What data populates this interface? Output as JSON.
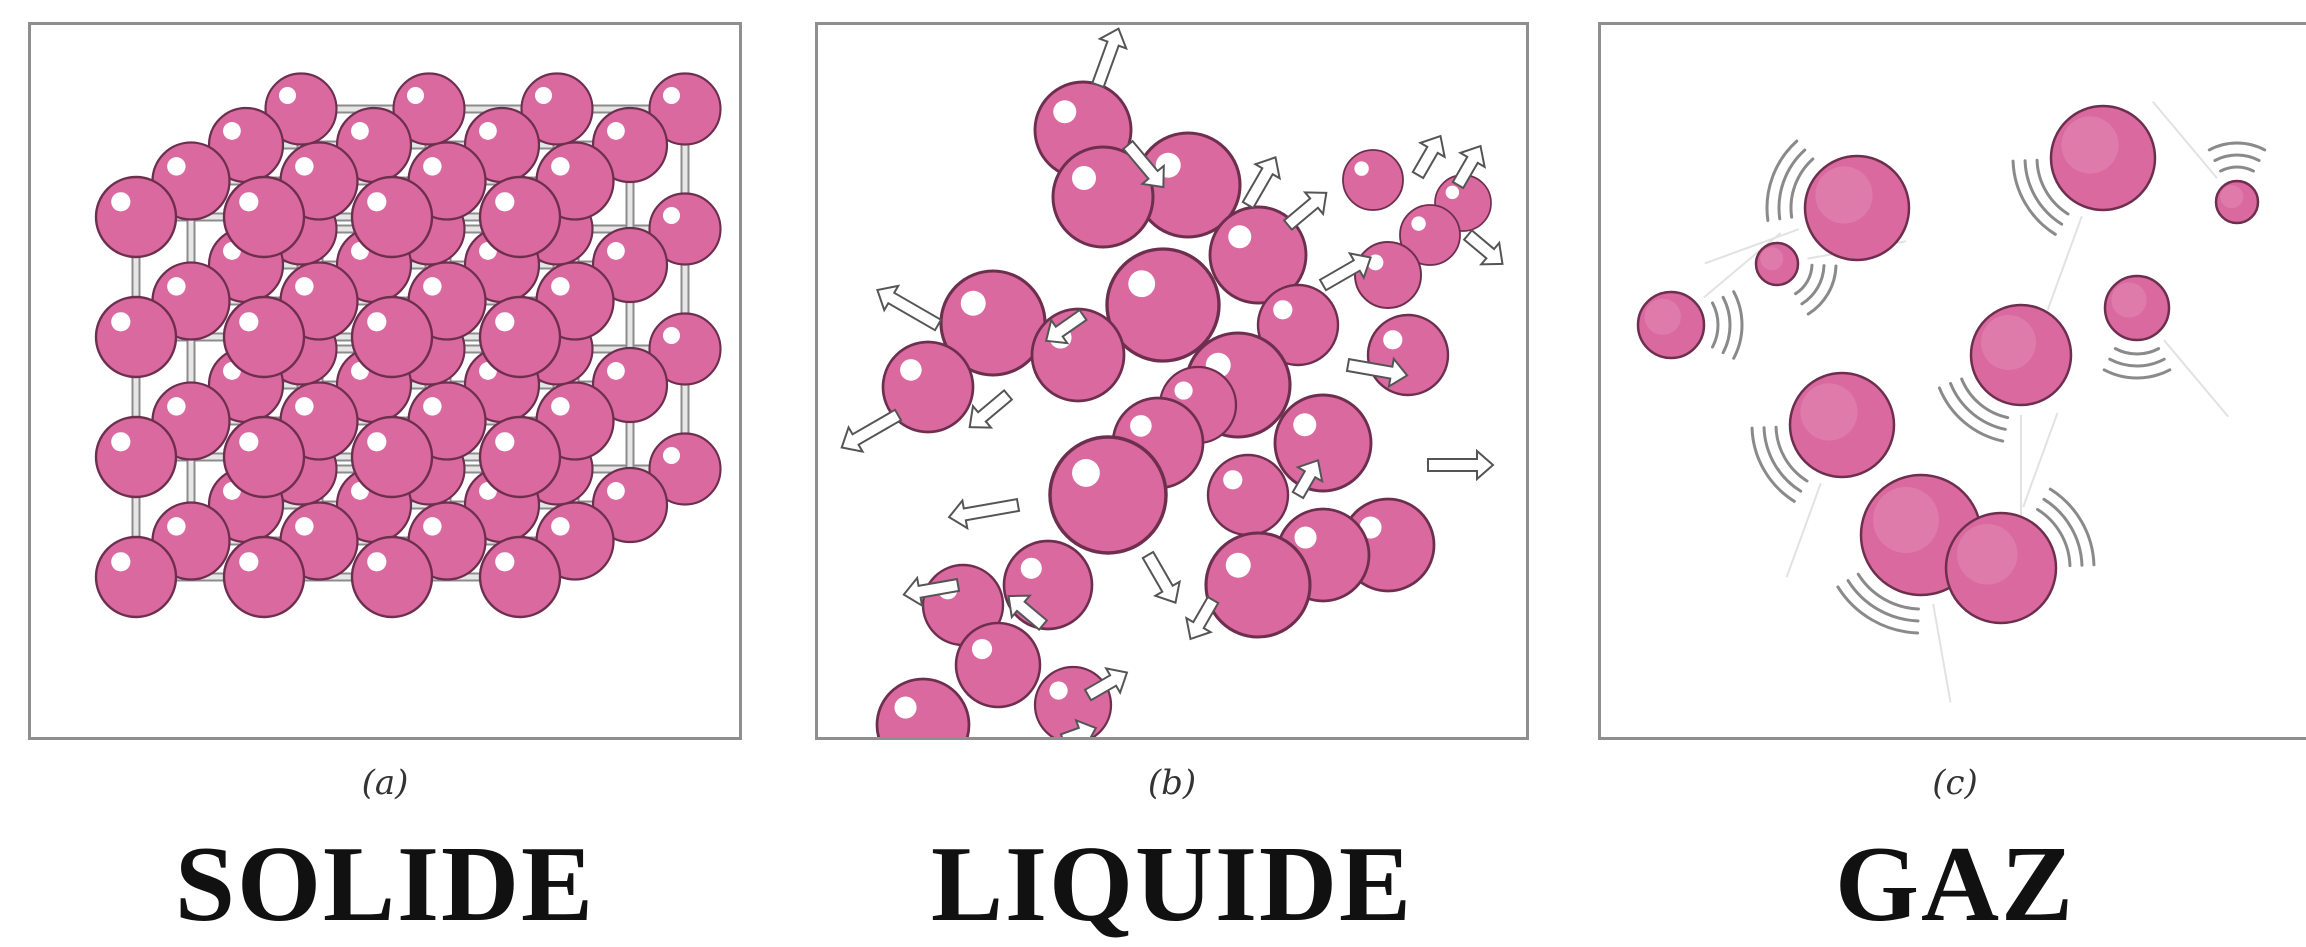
{
  "panels": [
    {
      "sublabel": "(a)",
      "title": "SOLIDE"
    },
    {
      "sublabel": "(b)",
      "title": "LIQUIDE"
    },
    {
      "sublabel": "(c)",
      "title": "GAZ"
    }
  ],
  "colors": {
    "particle": "#d9699f",
    "particle_edge": "#6e2f4e",
    "highlight": "#ffffff",
    "frame": "#8f8f8f",
    "bond": "#c8c8c8",
    "motion_line": "#8a8a8a"
  }
}
